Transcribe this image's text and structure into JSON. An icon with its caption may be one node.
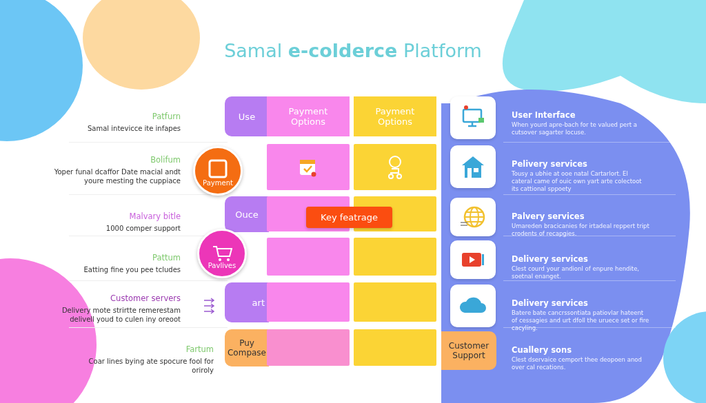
{
  "diagram": {
    "title": "Samal **e-colderce** Platform",
    "nodes": [
      {
        "text": [
          "Use"
        ]
      },
      {
        "text": [
          "Payment Options"
        ]
      },
      {
        "text": [
          "Payment Options"
        ]
      },
      {
        "text": [
          "Payment"
        ]
      },
      {
        "text": [],
        "shape": "box"
      },
      {
        "text": [],
        "shape": "box"
      },
      {
        "text": [
          "Ouce"
        ]
      },
      {
        "text": [],
        "shape": "box"
      },
      {
        "text": [],
        "shape": "box"
      },
      {
        "text": [
          "Key featrage"
        ]
      },
      {
        "text": [
          "Pavlives"
        ]
      },
      {
        "text": [],
        "shape": "box"
      },
      {
        "text": [],
        "shape": "box"
      },
      {
        "text": [
          "art"
        ]
      },
      {
        "text": [],
        "shape": "box"
      },
      {
        "text": [],
        "shape": "box"
      },
      {
        "text": [
          "Puy Compase"
        ]
      },
      {
        "text": [],
        "shape": "box"
      },
      {
        "text": [],
        "shape": "box"
      },
      {
        "text": [
          "Customer Support"
        ]
      }
    ],
    "labels": [
      "Patfurn",
      "Samal intevicce ite infapes",
      "Bolifum",
      "Yoper funal dcaffor Date macial andt youre mesting the cuppiace",
      "Malvary bitle",
      "1000 comper support",
      "Pattum",
      "Eatting fine you pee tcludes",
      "Customer servers",
      "Delivery mote strirtte remerestam delivell youd to culen iny oreoot",
      "Fartum",
      "Coar lines bying ate spocure fool for oriroly",
      "User Interface",
      "When yourd apre-bach for te valued pert a cutsover sagarter locuse.",
      "Pelivery services",
      "Tousy a ubhie at ooe natal Cartarlort. El cateral came of ouic own yart arte colectoot its cattional sppoety",
      "Palvery services",
      "Umareden bracicanies for irtadeal reppert tript crodents of recapgies.",
      "Delivery services",
      "Clest courd your andionl of enpure hendite, soetnal enanget.",
      "Delivery services",
      "Batere bate cancrssontiata patiovlar hateent of cessagies and urt dfoll the uruece set or fire cacyling.",
      "Cuallery sons",
      "Clest dservaice cemport thee deopoen anod over cal recations."
    ]
  }
}
